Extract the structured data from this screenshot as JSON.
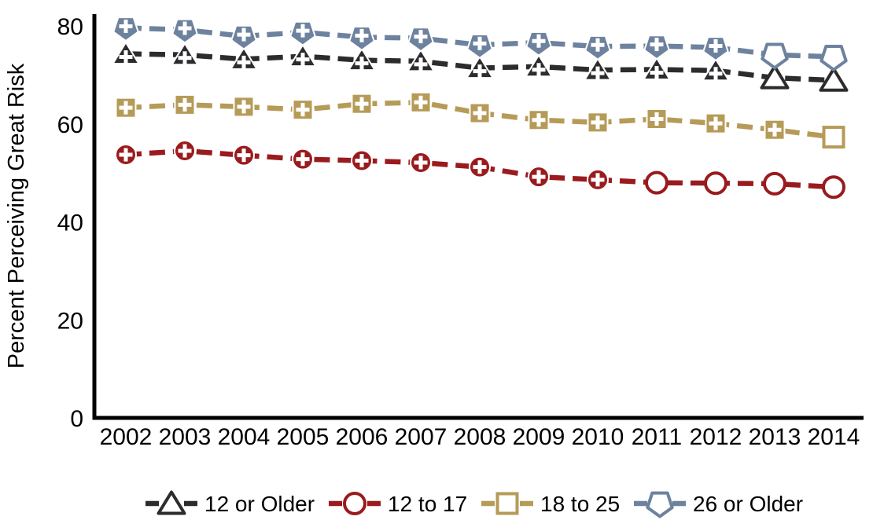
{
  "chart_data": {
    "type": "line",
    "title": "",
    "ylabel": "Percent Perceiving Great Risk",
    "xlabel": "",
    "x": [
      2002,
      2003,
      2004,
      2005,
      2006,
      2007,
      2008,
      2009,
      2010,
      2011,
      2012,
      2013,
      2014
    ],
    "ylim": [
      0,
      80
    ],
    "yticks": [
      0,
      20,
      40,
      60,
      80
    ],
    "grid": false,
    "line_style": "dashed",
    "legend_position": "bottom",
    "series": [
      {
        "name": "12 or Older",
        "marker": "triangle",
        "color": "#2d2b2e",
        "values": [
          74.3,
          74.1,
          73.2,
          73.8,
          73.0,
          72.8,
          71.4,
          71.7,
          71.0,
          71.1,
          70.9,
          69.4,
          68.9
        ],
        "open_marker_start_year": 2013
      },
      {
        "name": "12 to 17",
        "marker": "circle",
        "color": "#9a1b1e",
        "values": [
          53.7,
          54.5,
          53.6,
          52.8,
          52.5,
          52.1,
          51.2,
          49.2,
          48.6,
          48.0,
          47.9,
          47.8,
          47.1
        ],
        "open_marker_start_year": 2011
      },
      {
        "name": "18 to 25",
        "marker": "square",
        "color": "#b69b58",
        "values": [
          63.3,
          63.9,
          63.5,
          62.9,
          64.1,
          64.4,
          62.2,
          60.8,
          60.3,
          61.0,
          60.1,
          58.8,
          57.3
        ],
        "open_marker_start_year": 2014
      },
      {
        "name": "26 or Older",
        "marker": "pentagon",
        "color": "#6d829e",
        "values": [
          79.6,
          79.2,
          77.9,
          78.7,
          77.7,
          77.5,
          76.1,
          76.6,
          75.8,
          75.9,
          75.6,
          74.1,
          73.7
        ],
        "open_marker_start_year": 2013
      }
    ],
    "marker_note": "Filled markers contain a white plus sign; from open_marker_start_year onward markers are hollow (open)."
  },
  "colors": {
    "axis": "#000000",
    "background": "#ffffff",
    "marker_plus": "#ffffff"
  }
}
